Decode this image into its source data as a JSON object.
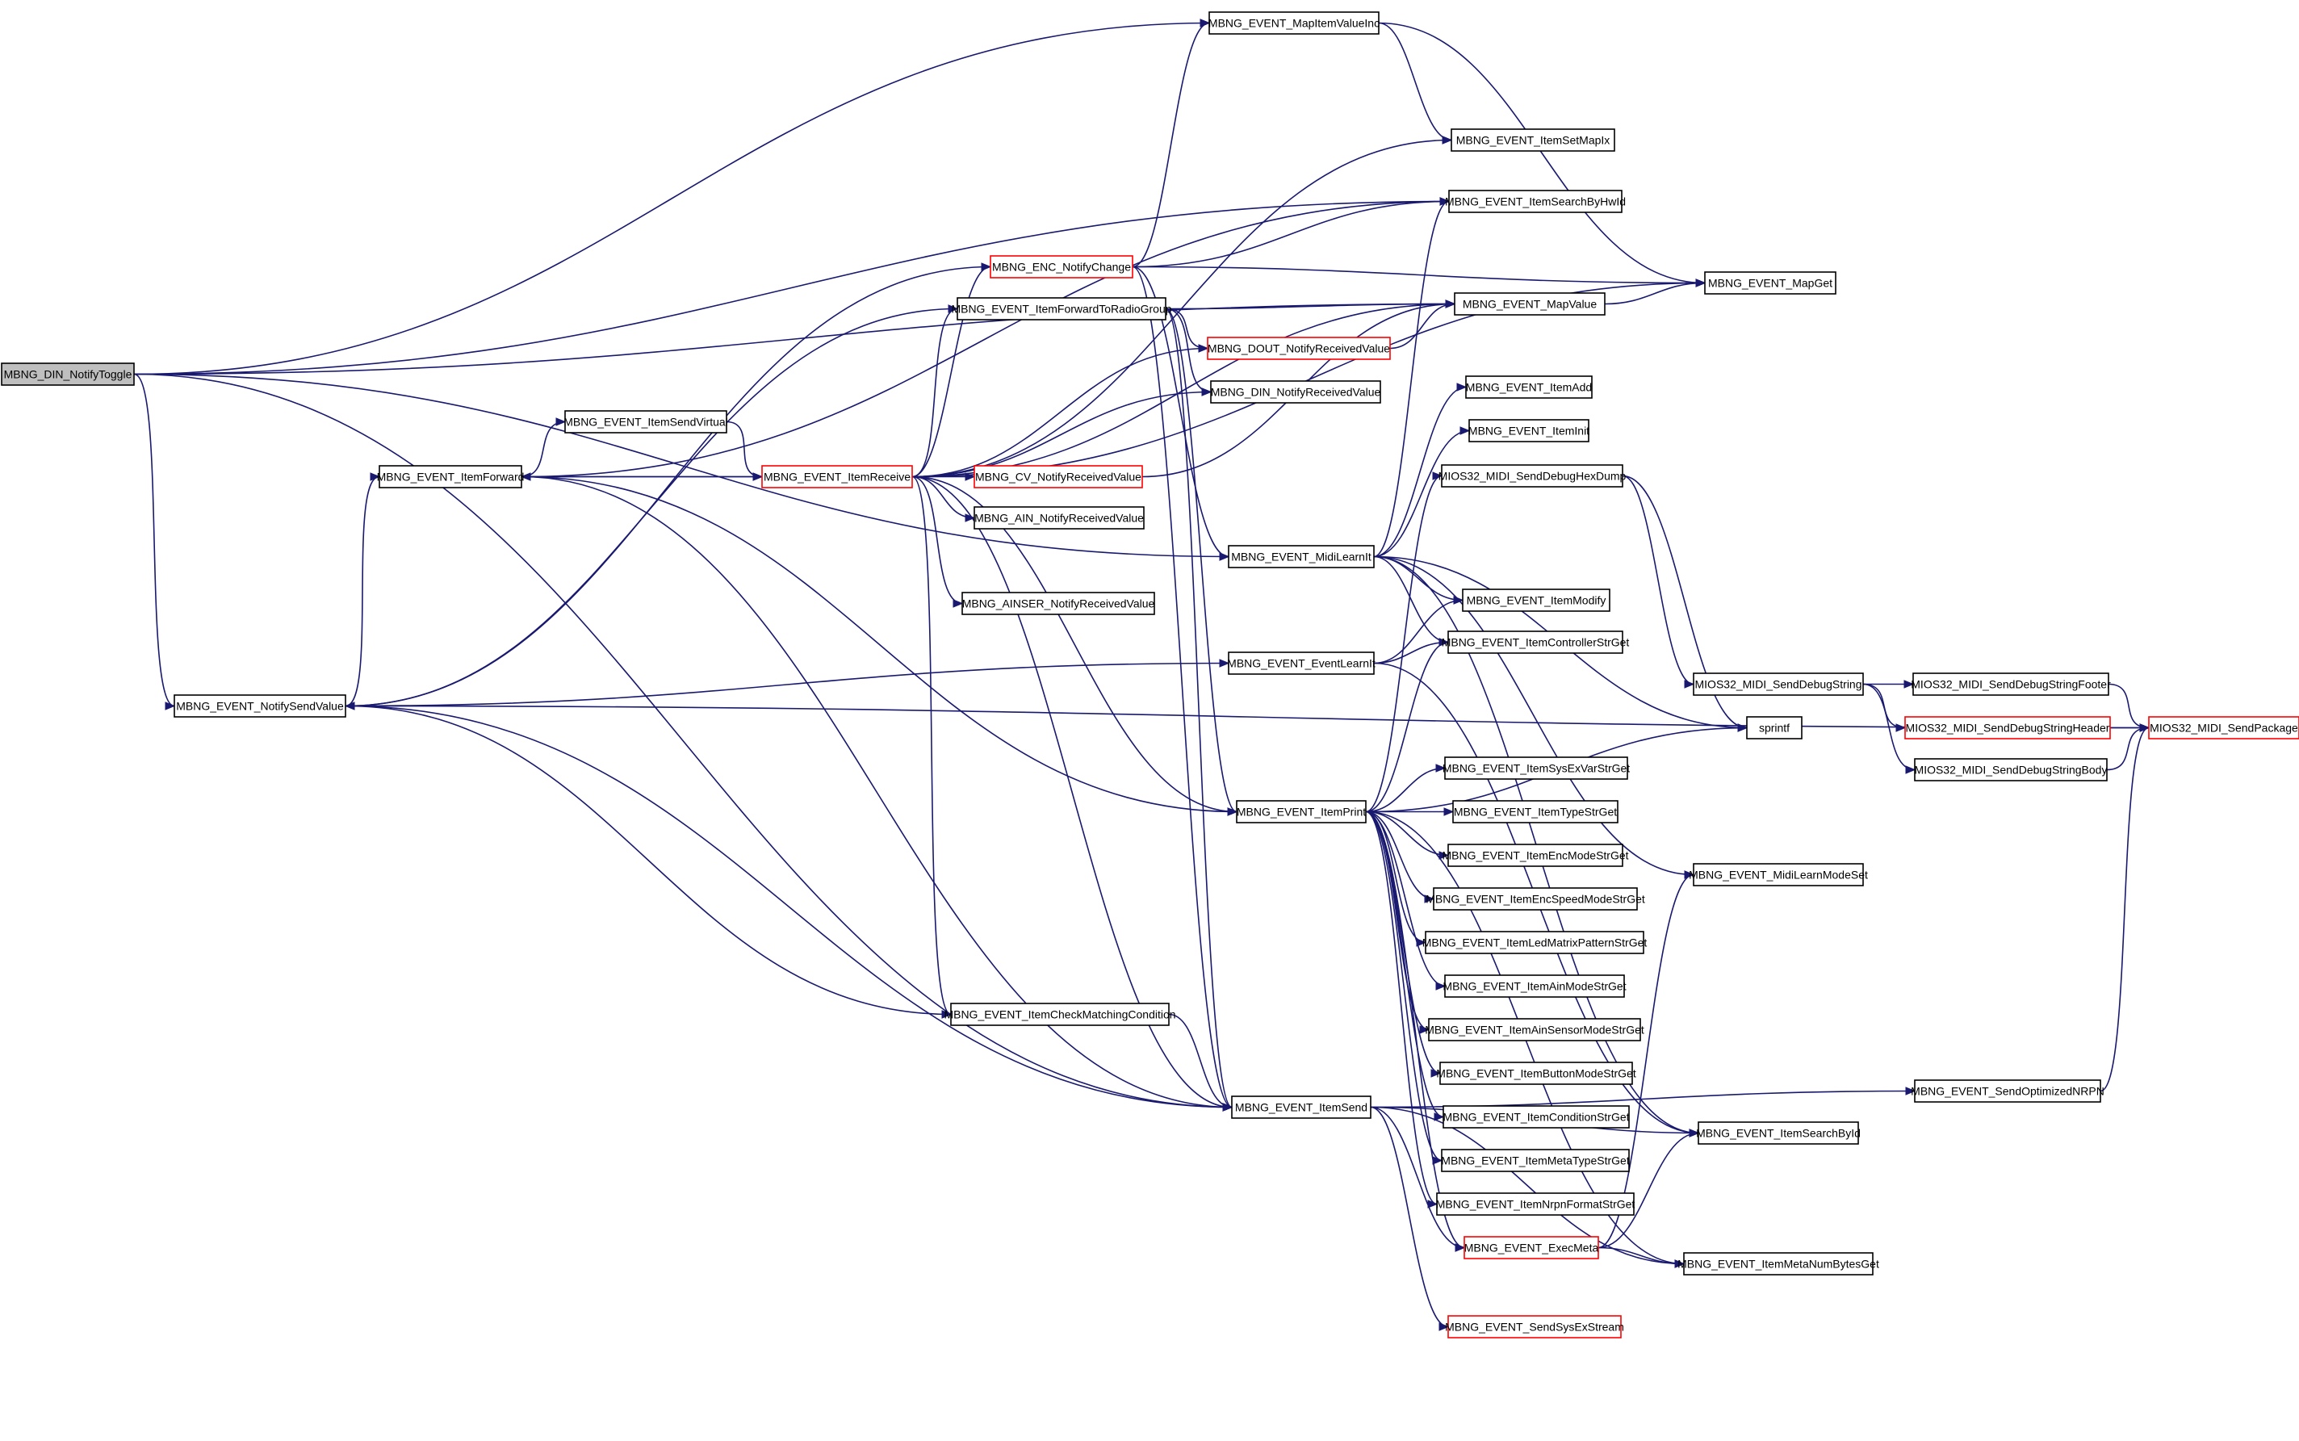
{
  "graph": {
    "nodes": [
      {
        "id": "din_toggle",
        "label": "MBNG_DIN_NotifyToggle",
        "style": "highlight"
      },
      {
        "id": "notify_send",
        "label": "MBNG_EVENT_NotifySendValue",
        "style": "normal"
      },
      {
        "id": "item_forward",
        "label": "MBNG_EVENT_ItemForward",
        "style": "normal"
      },
      {
        "id": "send_virtual",
        "label": "MBNG_EVENT_ItemSendVirtual",
        "style": "normal"
      },
      {
        "id": "item_receive",
        "label": "MBNG_EVENT_ItemReceive",
        "style": "red"
      },
      {
        "id": "enc_notify",
        "label": "MBNG_ENC_NotifyChange",
        "style": "red"
      },
      {
        "id": "fwd_radio",
        "label": "MBNG_EVENT_ItemForwardToRadioGroup",
        "style": "normal"
      },
      {
        "id": "cv_recv",
        "label": "MBNG_CV_NotifyReceivedValue",
        "style": "red"
      },
      {
        "id": "ain_recv",
        "label": "MBNG_AIN_NotifyReceivedValue",
        "style": "normal"
      },
      {
        "id": "ainser_recv",
        "label": "MBNG_AINSER_NotifyReceivedValue",
        "style": "normal"
      },
      {
        "id": "check_match",
        "label": "MBNG_EVENT_ItemCheckMatchingCondition",
        "style": "normal"
      },
      {
        "id": "mapitem_inc",
        "label": "MBNG_EVENT_MapItemValueInc",
        "style": "normal"
      },
      {
        "id": "dout_recv",
        "label": "MBNG_DOUT_NotifyReceivedValue",
        "style": "red"
      },
      {
        "id": "din_recv",
        "label": "MBNG_DIN_NotifyReceivedValue",
        "style": "normal"
      },
      {
        "id": "midi_learn",
        "label": "MBNG_EVENT_MidiLearnIt",
        "style": "normal"
      },
      {
        "id": "event_learn",
        "label": "MBNG_EVENT_EventLearnIt",
        "style": "normal"
      },
      {
        "id": "item_print",
        "label": "MBNG_EVENT_ItemPrint",
        "style": "normal"
      },
      {
        "id": "item_send",
        "label": "MBNG_EVENT_ItemSend",
        "style": "normal"
      },
      {
        "id": "set_mapix",
        "label": "MBNG_EVENT_ItemSetMapIx",
        "style": "normal"
      },
      {
        "id": "search_hwid",
        "label": "MBNG_EVENT_ItemSearchByHwId",
        "style": "normal"
      },
      {
        "id": "map_value",
        "label": "MBNG_EVENT_MapValue",
        "style": "normal"
      },
      {
        "id": "item_add",
        "label": "MBNG_EVENT_ItemAdd",
        "style": "normal"
      },
      {
        "id": "item_init",
        "label": "MBNG_EVENT_ItemInit",
        "style": "normal"
      },
      {
        "id": "hexdump",
        "label": "MIOS32_MIDI_SendDebugHexDump",
        "style": "normal"
      },
      {
        "id": "item_modify",
        "label": "MBNG_EVENT_ItemModify",
        "style": "normal"
      },
      {
        "id": "ctrl_str",
        "label": "MBNG_EVENT_ItemControllerStrGet",
        "style": "normal"
      },
      {
        "id": "sysexvar_str",
        "label": "MBNG_EVENT_ItemSysExVarStrGet",
        "style": "normal"
      },
      {
        "id": "type_str",
        "label": "MBNG_EVENT_ItemTypeStrGet",
        "style": "normal"
      },
      {
        "id": "encmode_str",
        "label": "MBNG_EVENT_ItemEncModeStrGet",
        "style": "normal"
      },
      {
        "id": "encspeed_str",
        "label": "MBNG_EVENT_ItemEncSpeedModeStrGet",
        "style": "normal"
      },
      {
        "id": "ledmatrix_str",
        "label": "MBNG_EVENT_ItemLedMatrixPatternStrGet",
        "style": "normal"
      },
      {
        "id": "ainmode_str",
        "label": "MBNG_EVENT_ItemAinModeStrGet",
        "style": "normal"
      },
      {
        "id": "ainsensor_str",
        "label": "MBNG_EVENT_ItemAinSensorModeStrGet",
        "style": "normal"
      },
      {
        "id": "buttonmode_str",
        "label": "MBNG_EVENT_ItemButtonModeStrGet",
        "style": "normal"
      },
      {
        "id": "condition_str",
        "label": "MBNG_EVENT_ItemConditionStrGet",
        "style": "normal"
      },
      {
        "id": "metatype_str",
        "label": "MBNG_EVENT_ItemMetaTypeStrGet",
        "style": "normal"
      },
      {
        "id": "nrpnfmt_str",
        "label": "MBNG_EVENT_ItemNrpnFormatStrGet",
        "style": "normal"
      },
      {
        "id": "exec_meta",
        "label": "MBNG_EVENT_ExecMeta",
        "style": "red"
      },
      {
        "id": "sysex_stream",
        "label": "MBNG_EVENT_SendSysExStream",
        "style": "red"
      },
      {
        "id": "map_get",
        "label": "MBNG_EVENT_MapGet",
        "style": "normal"
      },
      {
        "id": "debug_string",
        "label": "MIOS32_MIDI_SendDebugString",
        "style": "normal"
      },
      {
        "id": "sprintf",
        "label": "sprintf",
        "style": "normal"
      },
      {
        "id": "learn_mode",
        "label": "MBNG_EVENT_MidiLearnModeSet",
        "style": "normal"
      },
      {
        "id": "search_id",
        "label": "MBNG_EVENT_ItemSearchById",
        "style": "normal"
      },
      {
        "id": "meta_numbytes",
        "label": "MBNG_EVENT_ItemMetaNumBytesGet",
        "style": "normal"
      },
      {
        "id": "send_nrpn",
        "label": "MBNG_EVENT_SendOptimizedNRPN",
        "style": "normal"
      },
      {
        "id": "dbg_footer",
        "label": "MIOS32_MIDI_SendDebugStringFooter",
        "style": "normal"
      },
      {
        "id": "dbg_header",
        "label": "MIOS32_MIDI_SendDebugStringHeader",
        "style": "red"
      },
      {
        "id": "dbg_body",
        "label": "MIOS32_MIDI_SendDebugStringBody",
        "style": "normal"
      },
      {
        "id": "send_package",
        "label": "MIOS32_MIDI_SendPackage",
        "style": "red"
      }
    ],
    "edges": [
      [
        "din_toggle",
        "notify_send"
      ],
      [
        "din_toggle",
        "mapitem_inc"
      ],
      [
        "din_toggle",
        "search_hwid"
      ],
      [
        "din_toggle",
        "map_value"
      ],
      [
        "din_toggle",
        "midi_learn"
      ],
      [
        "din_toggle",
        "item_send"
      ],
      [
        "notify_send",
        "item_forward"
      ],
      [
        "notify_send",
        "event_learn"
      ],
      [
        "notify_send",
        "item_send"
      ],
      [
        "notify_send",
        "check_match"
      ],
      [
        "notify_send",
        "fwd_radio"
      ],
      [
        "notify_send",
        "send_package"
      ],
      [
        "item_forward",
        "send_virtual"
      ],
      [
        "item_forward",
        "item_receive"
      ],
      [
        "item_forward",
        "search_hwid"
      ],
      [
        "item_forward",
        "item_send"
      ],
      [
        "item_forward",
        "item_print"
      ],
      [
        "send_virtual",
        "item_receive"
      ],
      [
        "item_receive",
        "item_forward"
      ],
      [
        "item_receive",
        "enc_notify"
      ],
      [
        "item_receive",
        "fwd_radio"
      ],
      [
        "item_receive",
        "cv_recv"
      ],
      [
        "item_receive",
        "ain_recv"
      ],
      [
        "item_receive",
        "ainser_recv"
      ],
      [
        "item_receive",
        "check_match"
      ],
      [
        "item_receive",
        "dout_recv"
      ],
      [
        "item_receive",
        "din_recv"
      ],
      [
        "item_receive",
        "map_value"
      ],
      [
        "item_receive",
        "item_print"
      ],
      [
        "item_receive",
        "item_send"
      ],
      [
        "item_receive",
        "set_mapix"
      ],
      [
        "item_receive",
        "map_get"
      ],
      [
        "enc_notify",
        "notify_send"
      ],
      [
        "enc_notify",
        "mapitem_inc"
      ],
      [
        "enc_notify",
        "search_hwid"
      ],
      [
        "enc_notify",
        "map_get"
      ],
      [
        "enc_notify",
        "midi_learn"
      ],
      [
        "enc_notify",
        "item_send"
      ],
      [
        "fwd_radio",
        "map_value"
      ],
      [
        "fwd_radio",
        "dout_recv"
      ],
      [
        "fwd_radio",
        "din_recv"
      ],
      [
        "fwd_radio",
        "item_send"
      ],
      [
        "fwd_radio",
        "item_print"
      ],
      [
        "cv_recv",
        "map_value"
      ],
      [
        "dout_recv",
        "map_value"
      ],
      [
        "mapitem_inc",
        "set_mapix"
      ],
      [
        "mapitem_inc",
        "map_get"
      ],
      [
        "map_value",
        "map_get"
      ],
      [
        "midi_learn",
        "item_add"
      ],
      [
        "midi_learn",
        "item_init"
      ],
      [
        "midi_learn",
        "search_hwid"
      ],
      [
        "midi_learn",
        "item_modify"
      ],
      [
        "midi_learn",
        "ctrl_str"
      ],
      [
        "midi_learn",
        "learn_mode"
      ],
      [
        "midi_learn",
        "search_id"
      ],
      [
        "midi_learn",
        "sprintf"
      ],
      [
        "event_learn",
        "item_modify"
      ],
      [
        "event_learn",
        "ctrl_str"
      ],
      [
        "event_learn",
        "search_id"
      ],
      [
        "item_print",
        "hexdump"
      ],
      [
        "item_print",
        "ctrl_str"
      ],
      [
        "item_print",
        "sprintf"
      ],
      [
        "item_print",
        "sysexvar_str"
      ],
      [
        "item_print",
        "type_str"
      ],
      [
        "item_print",
        "encmode_str"
      ],
      [
        "item_print",
        "encspeed_str"
      ],
      [
        "item_print",
        "ledmatrix_str"
      ],
      [
        "item_print",
        "ainmode_str"
      ],
      [
        "item_print",
        "ainsensor_str"
      ],
      [
        "item_print",
        "buttonmode_str"
      ],
      [
        "item_print",
        "condition_str"
      ],
      [
        "item_print",
        "metatype_str"
      ],
      [
        "item_print",
        "nrpnfmt_str"
      ],
      [
        "item_print",
        "meta_numbytes"
      ],
      [
        "item_print",
        "exec_meta"
      ],
      [
        "item_send",
        "exec_meta"
      ],
      [
        "item_send",
        "sysex_stream"
      ],
      [
        "item_send",
        "meta_numbytes"
      ],
      [
        "item_send",
        "search_id"
      ],
      [
        "item_send",
        "send_nrpn"
      ],
      [
        "check_match",
        "item_send"
      ],
      [
        "exec_meta",
        "learn_mode"
      ],
      [
        "exec_meta",
        "search_id"
      ],
      [
        "exec_meta",
        "meta_numbytes"
      ],
      [
        "hexdump",
        "debug_string"
      ],
      [
        "hexdump",
        "sprintf"
      ],
      [
        "debug_string",
        "dbg_footer"
      ],
      [
        "debug_string",
        "dbg_header"
      ],
      [
        "debug_string",
        "dbg_body"
      ],
      [
        "dbg_footer",
        "send_package"
      ],
      [
        "dbg_header",
        "send_package"
      ],
      [
        "dbg_body",
        "send_package"
      ],
      [
        "send_nrpn",
        "send_package"
      ]
    ]
  },
  "colors": {
    "edge": "#191970",
    "node_border": "#000000",
    "highlight_border": "#ff0000",
    "root_fill": "#bfbfbf",
    "background": "#ffffff"
  }
}
